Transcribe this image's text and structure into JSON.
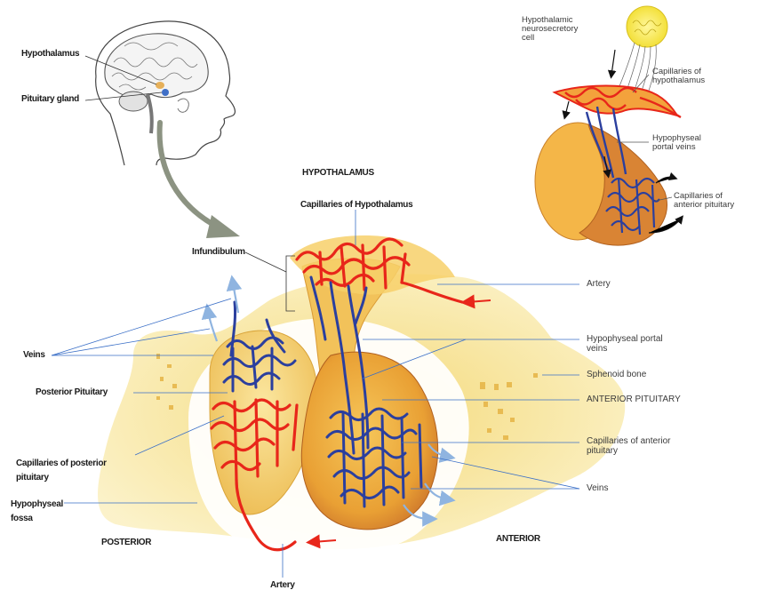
{
  "colors": {
    "artery_red": "#e8261a",
    "vein_blue": "#2b3f9e",
    "gland_orange": "#f0a030",
    "bone_yellow": "#f7e39a",
    "leader_blue": "#3a6fc7"
  },
  "head_inset": {
    "hypothalamus_label": "Hypothalamus",
    "pituitary_label": "Pituitary gland"
  },
  "top_right_inset": {
    "neurosecretory_label": "Hypothalamic\nneurosecretory\ncell",
    "capillaries_hypothalamus_label": "Capillaries of\nhypothalamus",
    "portal_veins_label": "Hypophyseal\nportal veins",
    "capillaries_anterior_label": "Capillaries of\nanterior pituitary"
  },
  "main": {
    "hypothalamus_heading": "HYPOTHALAMUS",
    "capillaries_hypothalamus_label": "Capillaries of Hypothalamus",
    "infundibulum_label": "Infundibulum",
    "artery_right_label": "Artery",
    "veins_left_label": "Veins",
    "portal_veins_label": "Hypophyseal portal\nveins",
    "sphenoid_label": "Sphenoid bone",
    "anterior_pituitary_label": "ANTERIOR PITUITARY",
    "posterior_pituitary_label": "Posterior Pituitary",
    "capillaries_posterior_label": "Capillaries of posterior\npituitary",
    "capillaries_anterior_label": "Capillaries of anterior\npituitary",
    "veins_right_label": "Veins",
    "hypophyseal_fossa_label": "Hypophyseal\nfossa",
    "posterior_label": "POSTERIOR",
    "anterior_label": "ANTERIOR",
    "artery_bottom_label": "Artery"
  }
}
